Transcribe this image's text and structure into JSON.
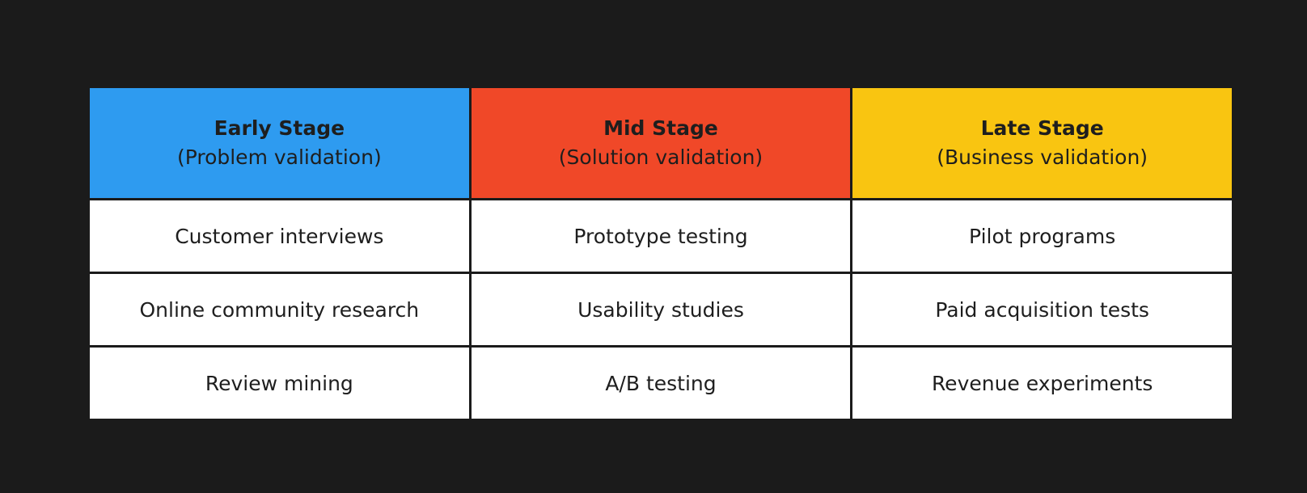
{
  "colors": {
    "background": "#1b1b1b",
    "early": "#2e9bf0",
    "mid": "#f04828",
    "late": "#f9c511",
    "cell": "#ffffff",
    "text": "#1e1e1e"
  },
  "columns": [
    {
      "title": "Early Stage",
      "subtitle": "(Problem validation)"
    },
    {
      "title": "Mid Stage",
      "subtitle": "(Solution validation)"
    },
    {
      "title": "Late Stage",
      "subtitle": "(Business validation)"
    }
  ],
  "rows": [
    [
      "Customer interviews",
      "Prototype testing",
      "Pilot programs"
    ],
    [
      "Online community research",
      "Usability studies",
      "Paid acquisition tests"
    ],
    [
      "Review mining",
      "A/B testing",
      "Revenue experiments"
    ]
  ]
}
